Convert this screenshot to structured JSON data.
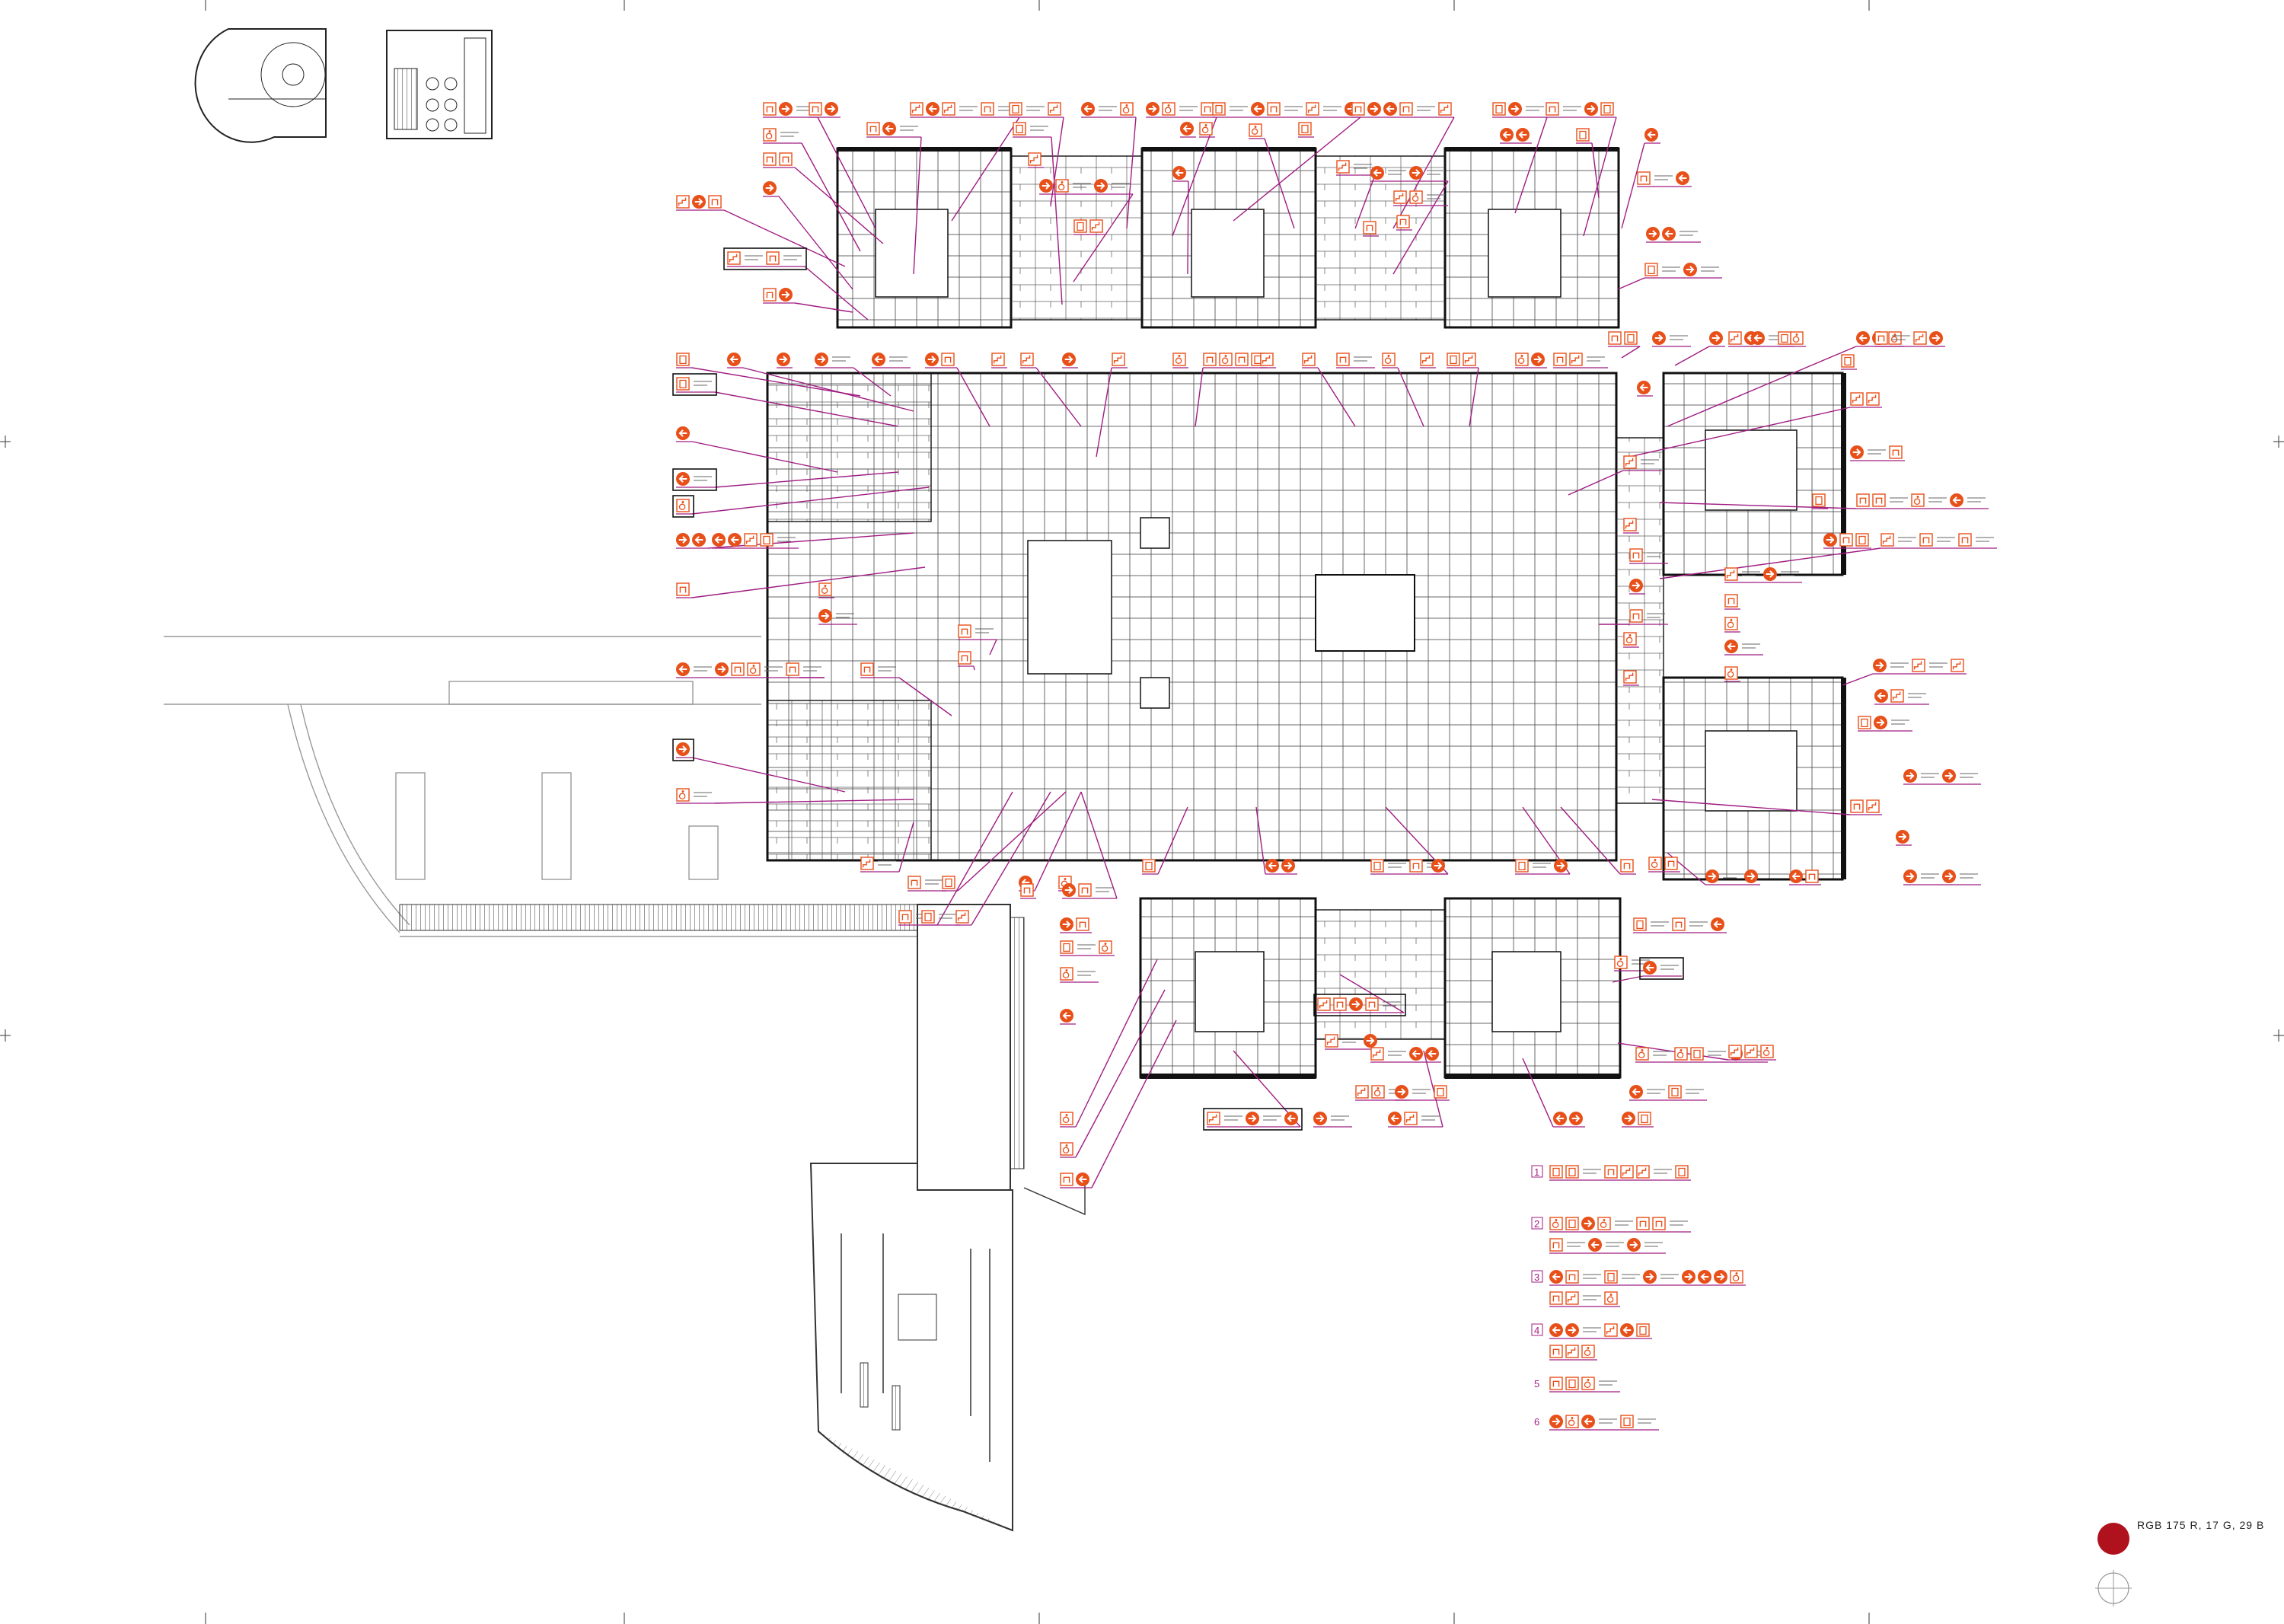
{
  "colors": {
    "sign_orange": "#e8501a",
    "legend_orange": "#af111d",
    "leader_magenta": "#a01c82",
    "wall": "#111111",
    "line": "#777777"
  },
  "legend": {
    "color_label": "RGB 175 R, 17 G, 29 B",
    "color_hex": "#af111d"
  },
  "icons": [
    "arrow-right-icon",
    "arrow-left-icon",
    "toilet-icon",
    "stair-icon",
    "lift-icon",
    "wheelchair-icon",
    "north-arrow-icon"
  ],
  "callout_keys": [
    "1",
    "2",
    "3",
    "4",
    "5",
    "6"
  ],
  "sheet": {
    "subject": "hospital floor plan with wayfinding sign locations"
  }
}
